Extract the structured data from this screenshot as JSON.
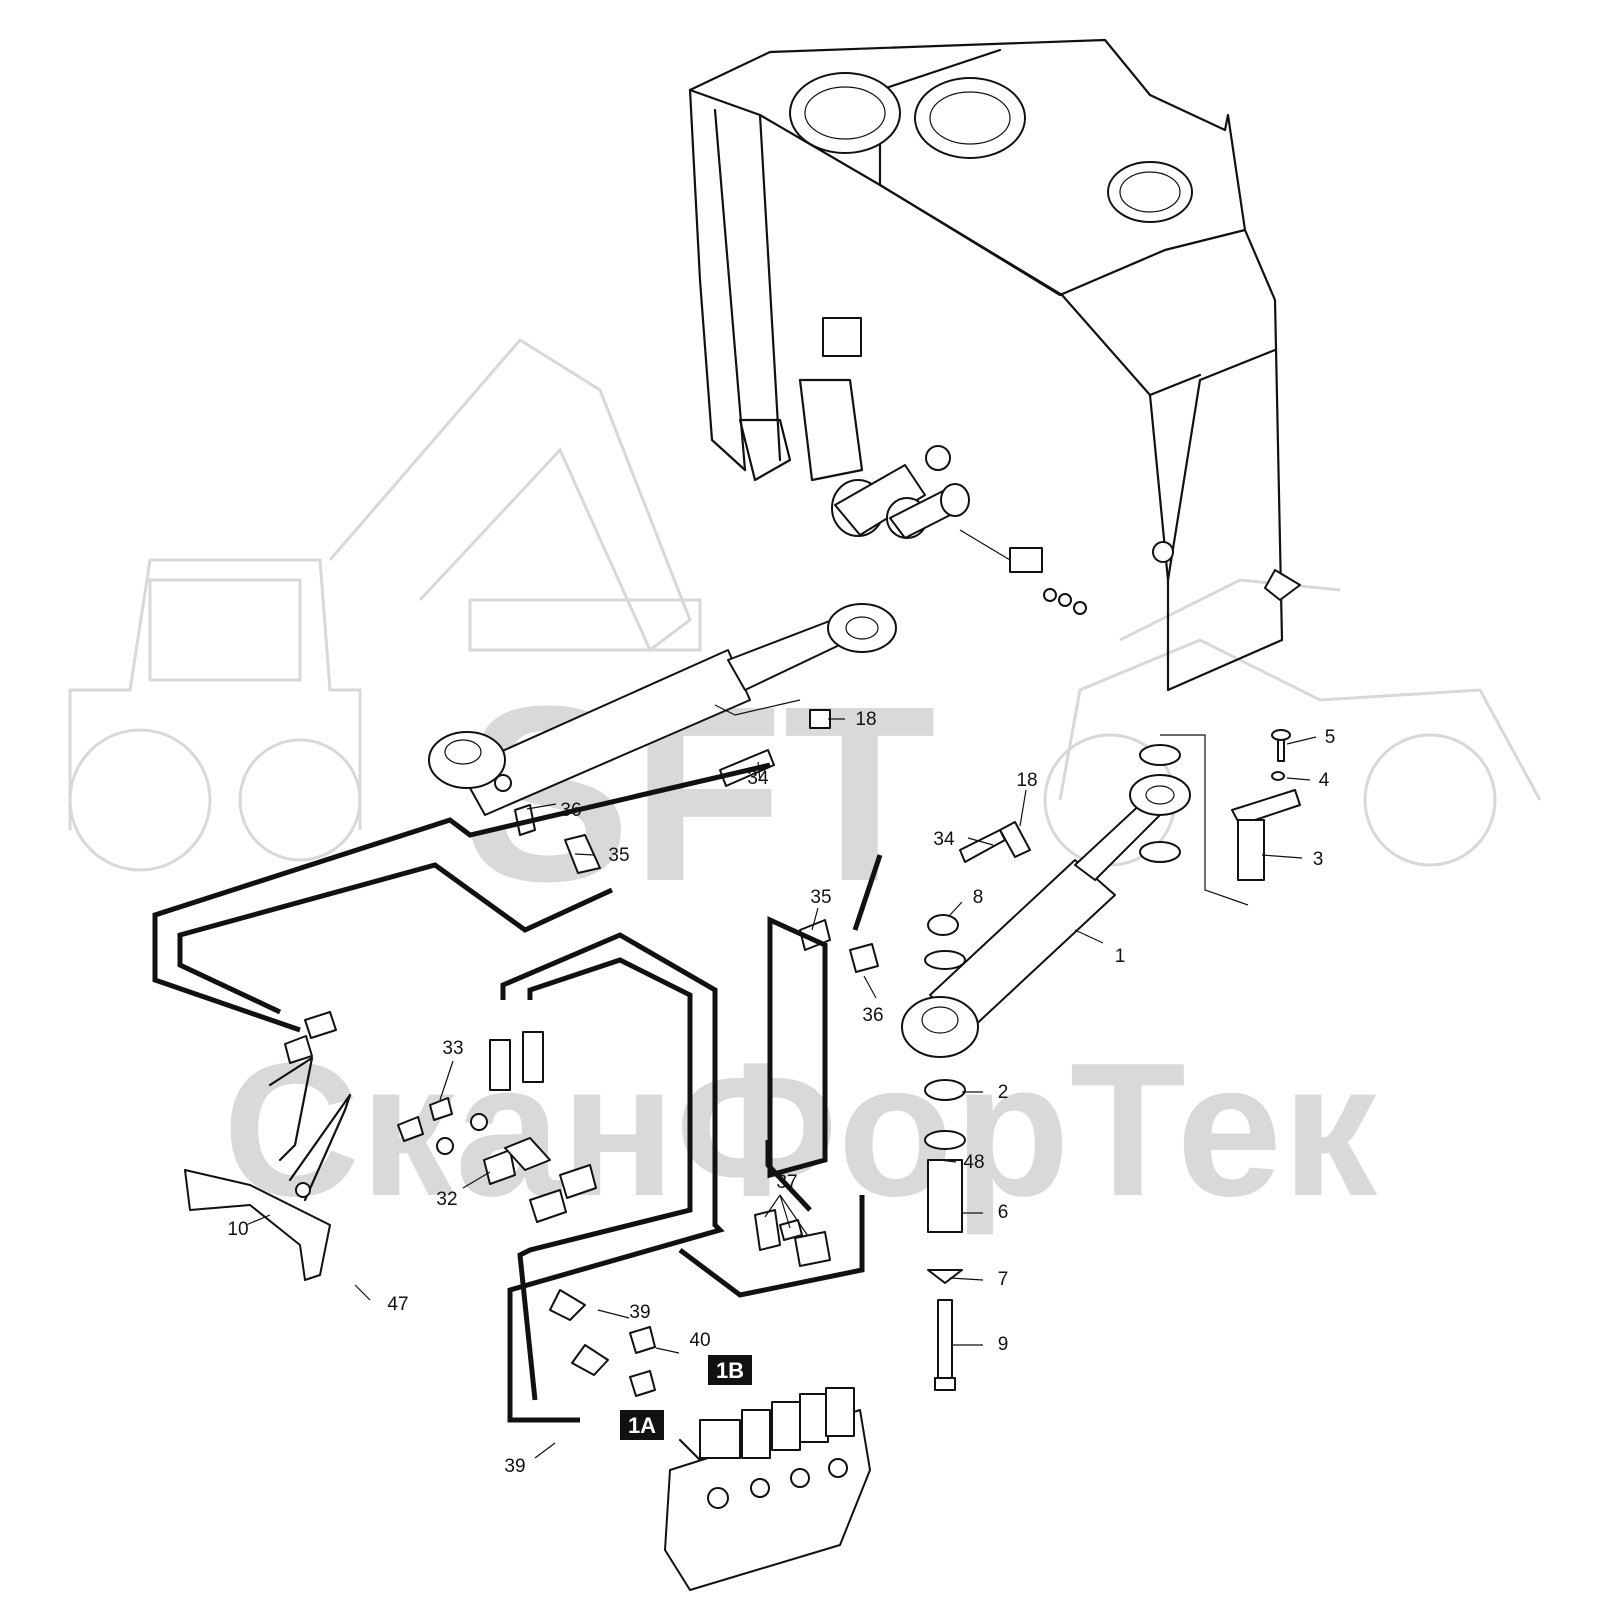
{
  "watermark": {
    "logo_text": "SFT",
    "company_text": "СканФорТек"
  },
  "badges": [
    {
      "id": "1A",
      "text": "1A"
    },
    {
      "id": "1B",
      "text": "1B"
    }
  ],
  "callouts": [
    {
      "text": "1"
    },
    {
      "text": "2"
    },
    {
      "text": "3"
    },
    {
      "text": "4"
    },
    {
      "text": "5"
    },
    {
      "text": "6"
    },
    {
      "text": "7"
    },
    {
      "text": "8"
    },
    {
      "text": "9"
    },
    {
      "text": "10"
    },
    {
      "text": "18"
    },
    {
      "text": "18"
    },
    {
      "text": "32"
    },
    {
      "text": "33"
    },
    {
      "text": "34"
    },
    {
      "text": "34"
    },
    {
      "text": "35"
    },
    {
      "text": "35"
    },
    {
      "text": "36"
    },
    {
      "text": "36"
    },
    {
      "text": "37"
    },
    {
      "text": "39"
    },
    {
      "text": "39"
    },
    {
      "text": "40"
    },
    {
      "text": "47"
    },
    {
      "text": "48"
    }
  ]
}
